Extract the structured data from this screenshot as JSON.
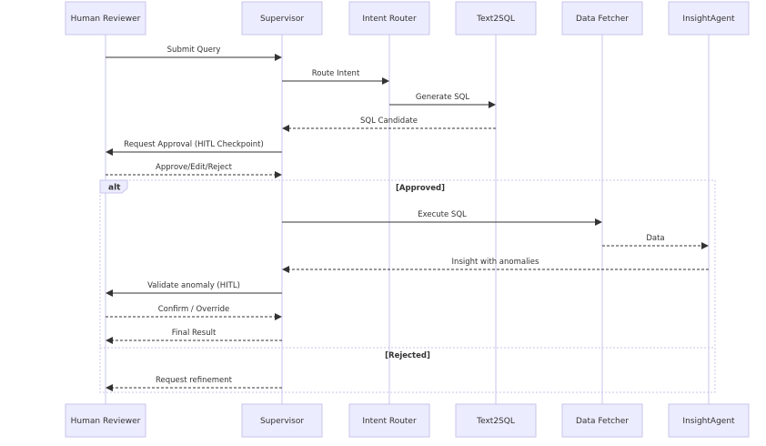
{
  "actors": [
    {
      "id": "human",
      "label": "Human Reviewer"
    },
    {
      "id": "supervisor",
      "label": "Supervisor"
    },
    {
      "id": "router",
      "label": "Intent Router"
    },
    {
      "id": "text2sql",
      "label": "Text2SQL"
    },
    {
      "id": "fetcher",
      "label": "Data Fetcher"
    },
    {
      "id": "insight",
      "label": "InsightAgent"
    }
  ],
  "messages": [
    {
      "from": "human",
      "to": "supervisor",
      "label": "Submit Query",
      "style": "solid"
    },
    {
      "from": "supervisor",
      "to": "router",
      "label": "Route Intent",
      "style": "solid"
    },
    {
      "from": "router",
      "to": "text2sql",
      "label": "Generate SQL",
      "style": "solid"
    },
    {
      "from": "text2sql",
      "to": "supervisor",
      "label": "SQL Candidate",
      "style": "dotted"
    },
    {
      "from": "supervisor",
      "to": "human",
      "label": "Request Approval (HITL Checkpoint)",
      "style": "solid"
    },
    {
      "from": "human",
      "to": "supervisor",
      "label": "Approve/Edit/Reject",
      "style": "dotted"
    },
    {
      "from": "supervisor",
      "to": "fetcher",
      "label": "Execute SQL",
      "style": "solid"
    },
    {
      "from": "fetcher",
      "to": "insight",
      "label": "Data",
      "style": "dotted"
    },
    {
      "from": "insight",
      "to": "supervisor",
      "label": "Insight with anomalies",
      "style": "dotted"
    },
    {
      "from": "supervisor",
      "to": "human",
      "label": "Validate anomaly (HITL)",
      "style": "solid"
    },
    {
      "from": "human",
      "to": "supervisor",
      "label": "Confirm / Override",
      "style": "dotted"
    },
    {
      "from": "supervisor",
      "to": "human",
      "label": "Final Result",
      "style": "dotted"
    },
    {
      "from": "supervisor",
      "to": "human",
      "label": "Request refinement",
      "style": "dotted"
    }
  ],
  "alt_block": {
    "tag": "alt",
    "conditions": [
      "[Approved]",
      "[Rejected]"
    ]
  }
}
